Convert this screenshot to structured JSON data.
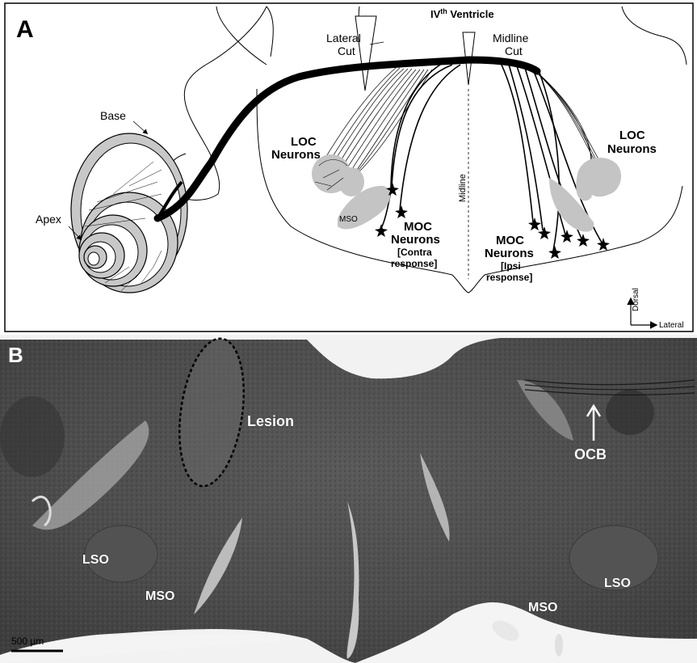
{
  "panel_a": {
    "letter": "A",
    "ventricle": "IV",
    "ventricle_sup": "th",
    "ventricle_rest": " Ventricle",
    "lateral_cut_1": "Lateral",
    "lateral_cut_2": "Cut",
    "midline_cut_1": "Midline",
    "midline_cut_2": "Cut",
    "base": "Base",
    "apex": "Apex",
    "loc_left_1": "LOC",
    "loc_left_2": "Neurons",
    "loc_right_1": "LOC",
    "loc_right_2": "Neurons",
    "mso": "MSO",
    "midline": "Midline",
    "moc_contra_1": "MOC",
    "moc_contra_2": "Neurons",
    "moc_contra_3": "[Contra",
    "moc_contra_4": "response]",
    "moc_ipsi_1": "MOC",
    "moc_ipsi_2": "Neurons",
    "moc_ipsi_3": "[Ipsi",
    "moc_ipsi_4": "response]",
    "dorsal": "Dorsal",
    "lateral": "Lateral"
  },
  "panel_b": {
    "letter": "B",
    "lesion": "Lesion",
    "ocb": "OCB",
    "lso_left": "LSO",
    "mso_left": "MSO",
    "lso_right": "LSO",
    "mso_right": "MSO",
    "scale": "500 µm"
  },
  "colors": {
    "nucleus_gray": "#c4c4c4",
    "tissue_dark": "#4a4a4a",
    "tissue_light": "#8a8a8a"
  }
}
